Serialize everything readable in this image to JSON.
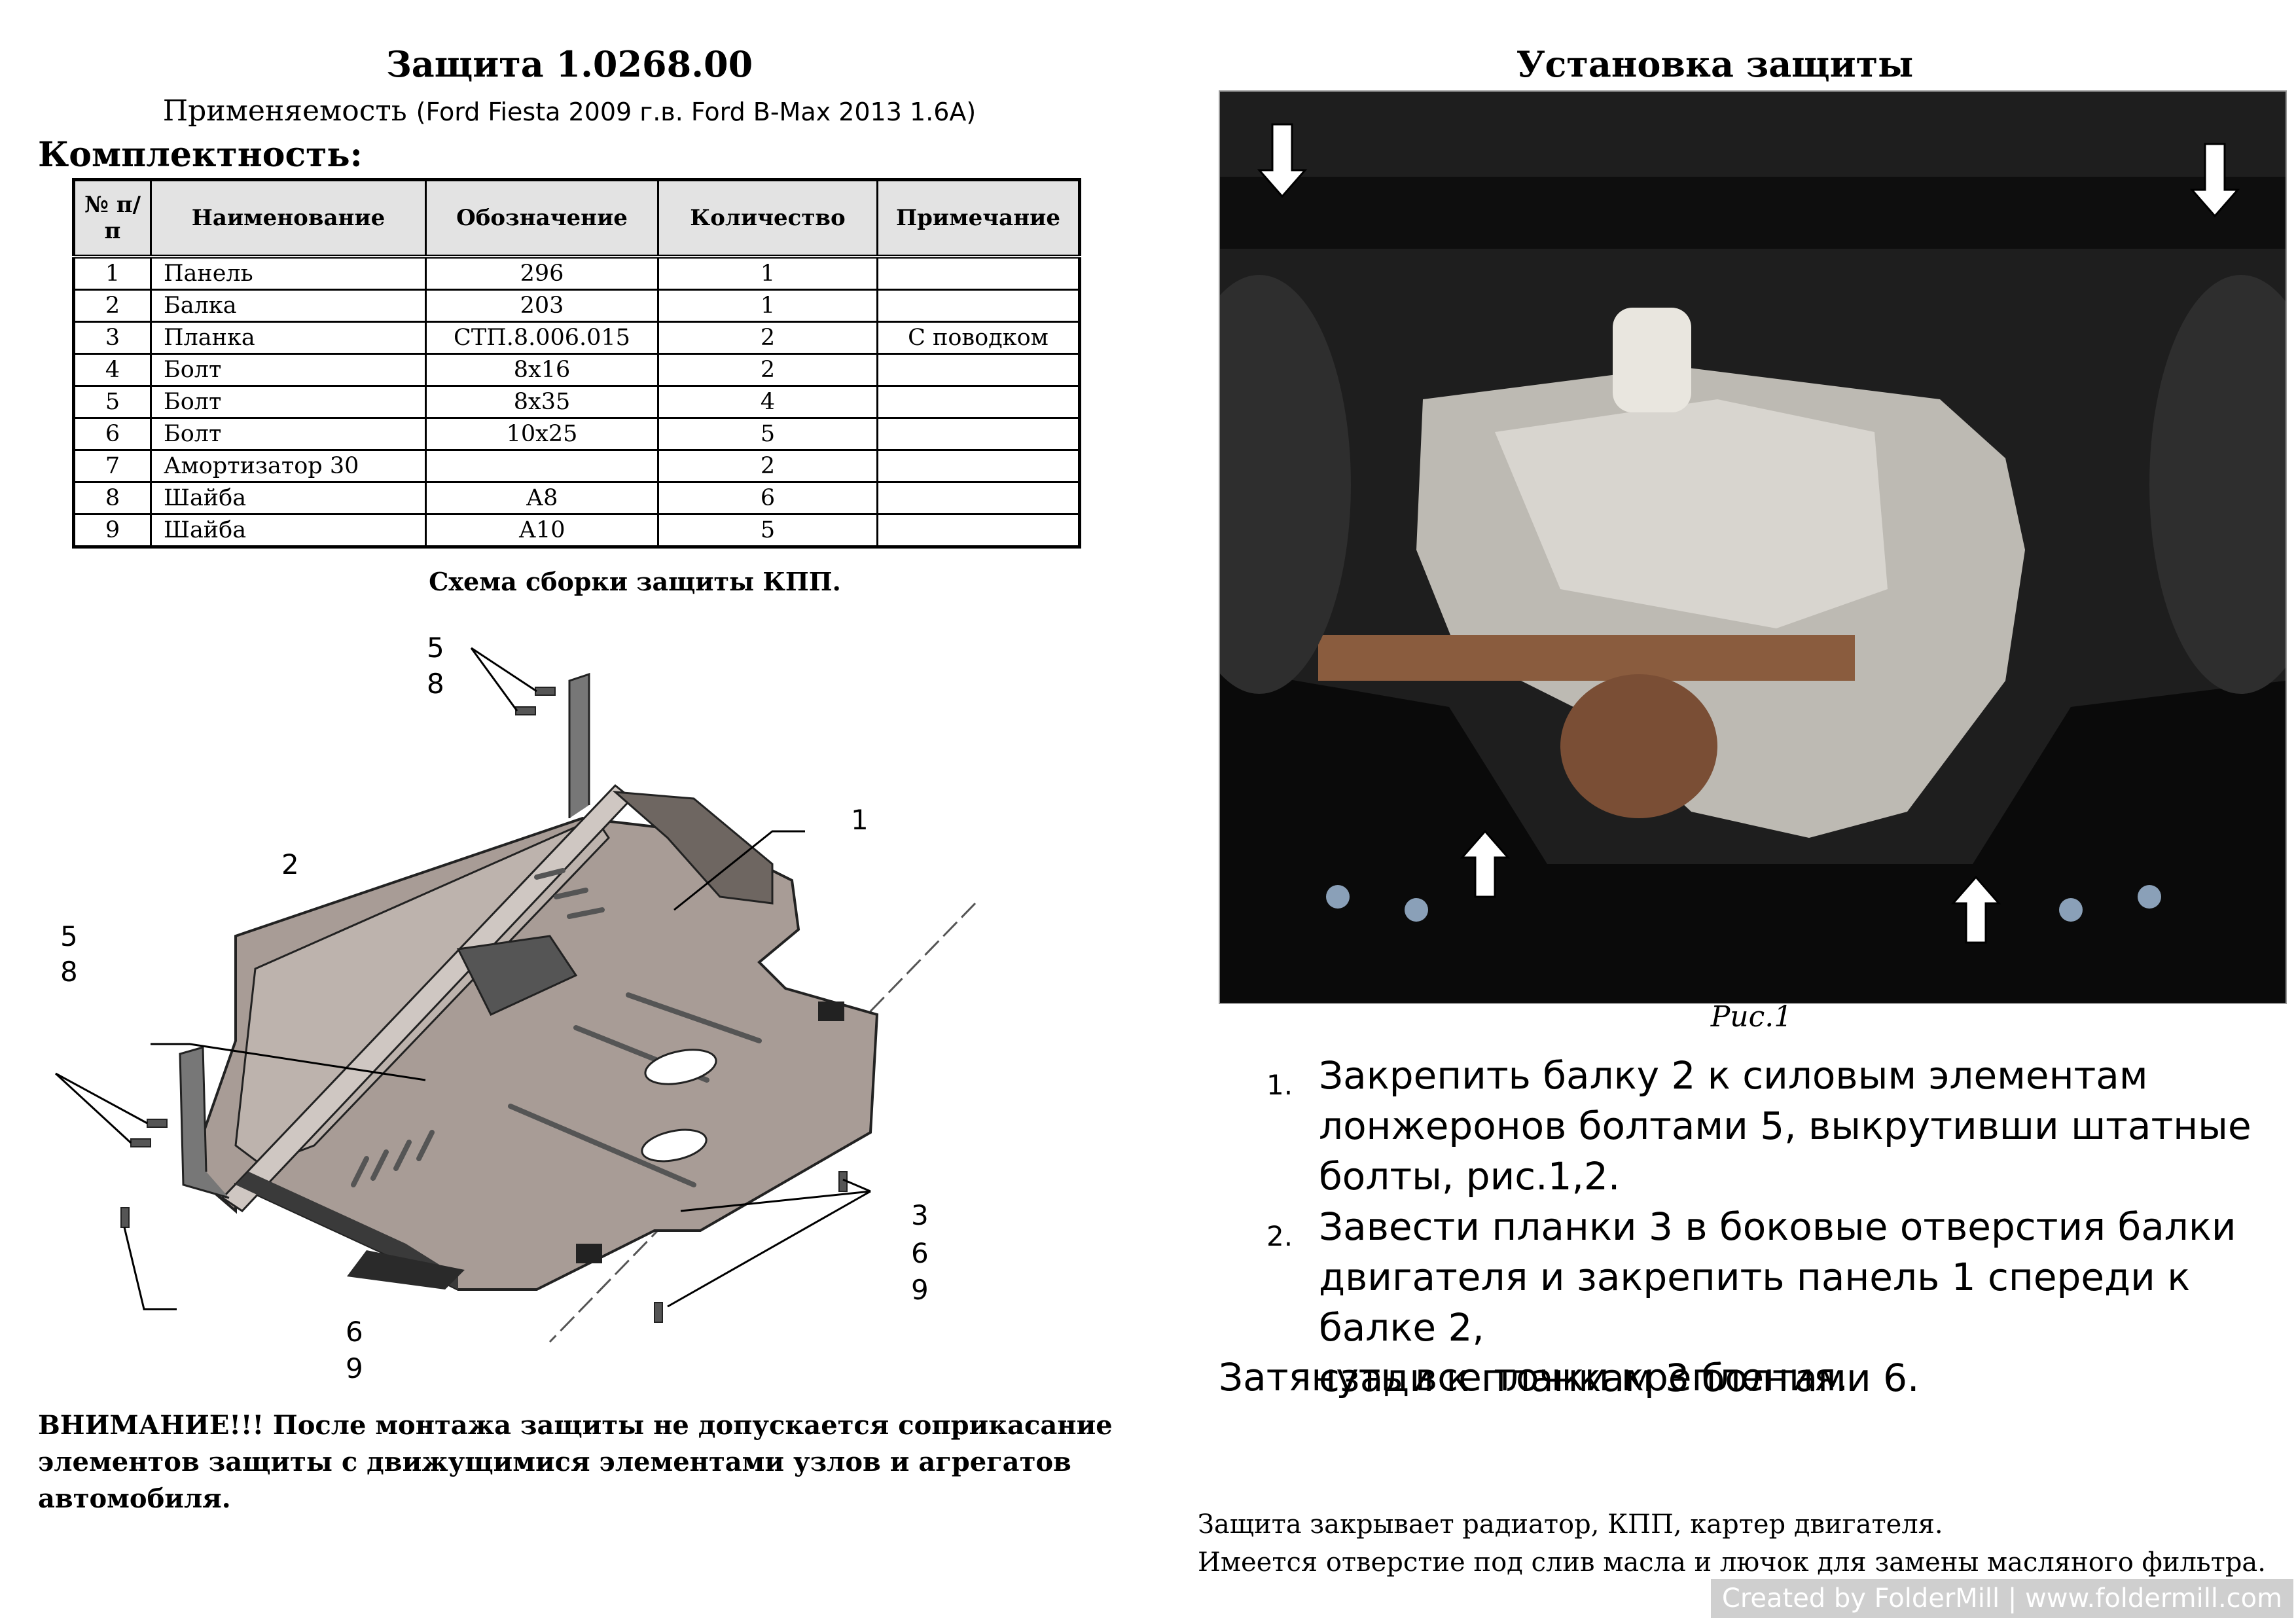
{
  "left": {
    "title": "Защита 1.0268.00",
    "applicability_label": "Применяемость",
    "applicability_value": "(Ford Fiesta  2009 г.в.  Ford B-Max 2013 1.6A)",
    "completeness_title": "Комплектность:",
    "table": {
      "headers": [
        "№ п/п",
        "Наименование",
        "Обозначение",
        "Количество",
        "Примечание"
      ],
      "rows": [
        [
          "1",
          "Панель",
          "296",
          "1",
          ""
        ],
        [
          "2",
          "Балка",
          "203",
          "1",
          ""
        ],
        [
          "3",
          "Планка",
          "СТП.8.006.015",
          "2",
          "С поводком"
        ],
        [
          "4",
          "Болт",
          "8x16",
          "2",
          ""
        ],
        [
          "5",
          "Болт",
          "8x35",
          "4",
          ""
        ],
        [
          "6",
          "Болт",
          "10x25",
          "5",
          ""
        ],
        [
          "7",
          "Амортизатор 30",
          "",
          "2",
          ""
        ],
        [
          "8",
          "Шайба",
          "А8",
          "6",
          ""
        ],
        [
          "9",
          "Шайба",
          "А10",
          "5",
          ""
        ]
      ]
    },
    "scheme_title": "Схема сборки защиты КПП.",
    "callouts": {
      "top_5": "5",
      "top_8": "8",
      "part_2": "2",
      "part_1": "1",
      "left_5": "5",
      "left_8": "8",
      "right_3": "3",
      "right_6": "6",
      "right_9": "9",
      "bottom_6": "6",
      "bottom_9": "9"
    },
    "warning_lines": [
      "ВНИМАНИЕ!!!   После монтажа защиты не допускается соприкасание",
      "элементов защиты с движущимися элементами узлов и агрегатов",
      "автомобиля."
    ]
  },
  "right": {
    "title": "Установка защиты",
    "figure_caption": "Рис.1",
    "steps": [
      {
        "num": "1.",
        "lines": [
          " Закрепить балку 2 к силовым элементам",
          "лонжеронов болтами 5, выкрутивши штатные",
          "болты, рис.1,2."
        ]
      },
      {
        "num": "2.",
        "lines": [
          "Завести планки 3 в боковые отверстия балки",
          "двигателя и закрепить панель 1 спереди к балке 2,",
          "сзади к планкам 3 болтами 6."
        ]
      }
    ],
    "final_step": "Затянуть все точки крепления.",
    "notes": [
      "Защита закрывает радиатор, КПП, картер двигателя.",
      "Имеется отверстие под слив масла и лючок для замены масляного фильтра."
    ]
  },
  "watermark": "Created by FolderMill | www.foldermill.com",
  "colors": {
    "panel_fill": "#a89c96",
    "panel_dark": "#3a3a3a",
    "table_header_bg": "#e3e3e3",
    "photo_bg": "#1a1a1a"
  }
}
